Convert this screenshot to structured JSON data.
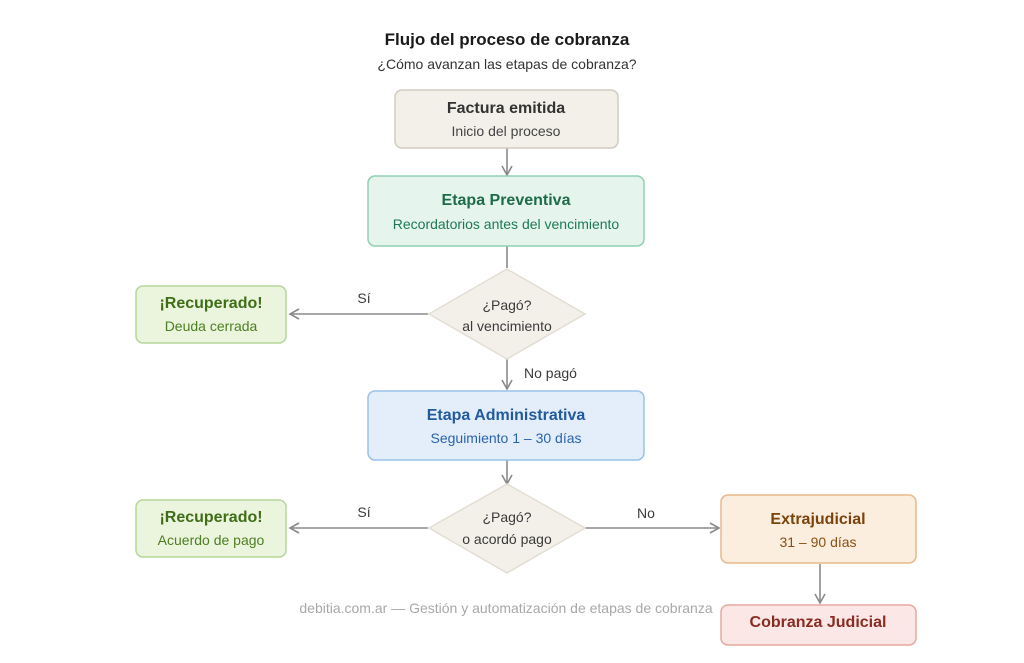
{
  "title": "Flujo del proceso de cobranza",
  "subtitle": "¿Cómo avanzan las etapas de cobranza?",
  "nodes": {
    "factura": {
      "title": "Factura emitida",
      "sub": "Inicio del proceso"
    },
    "preventiva": {
      "title": "Etapa Preventiva",
      "sub": "Recordatorios antes del vencimiento"
    },
    "decision1": {
      "line1": "¿Pagó?",
      "line2": "al vencimiento"
    },
    "recuperado1": {
      "title": "¡Recuperado!",
      "sub": "Deuda cerrada"
    },
    "administrativa": {
      "title": "Etapa Administrativa",
      "sub": "Seguimiento 1 – 30 días"
    },
    "decision2": {
      "line1": "¿Pagó?",
      "line2": "o acordó pago"
    },
    "recuperado2": {
      "title": "¡Recuperado!",
      "sub": "Acuerdo de pago"
    },
    "extrajudicial": {
      "title": "Extrajudicial",
      "sub": "31 – 90 días"
    },
    "judicial": {
      "title": "Cobranza Judicial"
    }
  },
  "edges": {
    "si1": "Sí",
    "nopago": "No pagó",
    "si2": "Sí",
    "no2": "No"
  },
  "footer": "debitia.com.ar — Gestión y automatización de etapas de cobranza",
  "colors": {
    "neutral_fill": "#f3f0ea",
    "neutral_stroke": "#d2ccc0",
    "green_fill": "#e6f4ee",
    "green_stroke": "#8fd0b2",
    "green_text": "#1e7a55",
    "lime_fill": "#ebf4dd",
    "lime_stroke": "#b7d69a",
    "lime_text": "#4d7f22",
    "blue_fill": "#e4eefa",
    "blue_stroke": "#9cc0ea",
    "blue_text": "#2a63ad",
    "orange_fill": "#fbeedf",
    "orange_stroke": "#e8b98a",
    "orange_text": "#8a4f12",
    "red_fill": "#fbe8e6",
    "red_stroke": "#e7a8a1",
    "red_text": "#8a2b22",
    "decision_fill": "#f3f0ea",
    "decision_stroke": "#e3ded3",
    "arrow": "#8a8a8a"
  }
}
